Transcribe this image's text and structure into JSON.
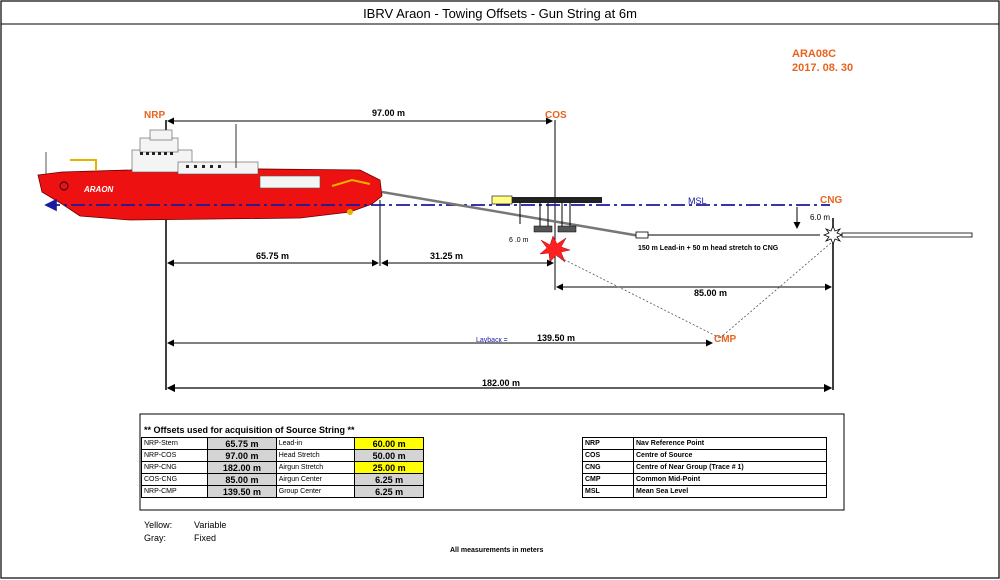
{
  "title": "IBRV Araon  -   Towing Offsets - Gun String at 6m",
  "survey": {
    "code": "ARA08C",
    "date": "2017. 08. 30"
  },
  "points": {
    "nrp": "NRP",
    "cos": "COS",
    "cng": "CNG",
    "cmp": "CMP",
    "msl": "MSL"
  },
  "ship_name": "ARAON",
  "dimensions": {
    "nrp_cos": "97.00 m",
    "nrp_stern": "65.75 m",
    "stern_cos": "31.25 m",
    "cos_cng": "85.00 m",
    "layback_label": "Laybacк =",
    "layback": "139.50 m",
    "nrp_cng": "182.00 m",
    "gun_depth": "6 .0 m",
    "streamer_depth": "6.0 m",
    "lead_in_note": "150 m Lead-in + 50 m head stretch to CNG"
  },
  "offsets_table": {
    "heading": "** Offsets used for acquisition of Source String  **",
    "rows": [
      {
        "name": "NRP-Stern",
        "value": "65.75 m",
        "param": "Lead-in",
        "param_value": "60.00 m",
        "param_type": "Yellow"
      },
      {
        "name": "NRP-COS",
        "value": "97.00 m",
        "param": "Head Stretch",
        "param_value": "50.00 m",
        "param_type": "Gray"
      },
      {
        "name": "NRP-CNG",
        "value": "182.00 m",
        "param": "Airgun Stretch",
        "param_value": "25.00 m",
        "param_type": "Yellow"
      },
      {
        "name": "COS-CNG",
        "value": "85.00 m",
        "param": "Airgun Center",
        "param_value": "6.25 m",
        "param_type": "Gray"
      },
      {
        "name": "NRP-CMP",
        "value": "139.50 m",
        "param": "Group Center",
        "param_value": "6.25 m",
        "param_type": "Gray"
      }
    ]
  },
  "abbreviations": [
    {
      "abbr": "NRP",
      "desc": "Nav Reference Point"
    },
    {
      "abbr": "COS",
      "desc": "Centre of Source"
    },
    {
      "abbr": "CNG",
      "desc": "Centre of Near Group (Trace # 1)"
    },
    {
      "abbr": "CMP",
      "desc": "Common Mid-Point"
    },
    {
      "abbr": "MSL",
      "desc": "Mean Sea Level"
    }
  ],
  "legend": {
    "yellow_label": "Yellow:",
    "yellow_desc": "Variable",
    "gray_label": "Gray:",
    "gray_desc": "Fixed"
  },
  "footer": "All measurements in meters",
  "colors": {
    "accent": "#e8641e",
    "ship_red": "#ee1111",
    "msl_blue": "#1a1aa0",
    "highlight": "#ffff00",
    "fixed_gray": "#d4d4d4"
  }
}
